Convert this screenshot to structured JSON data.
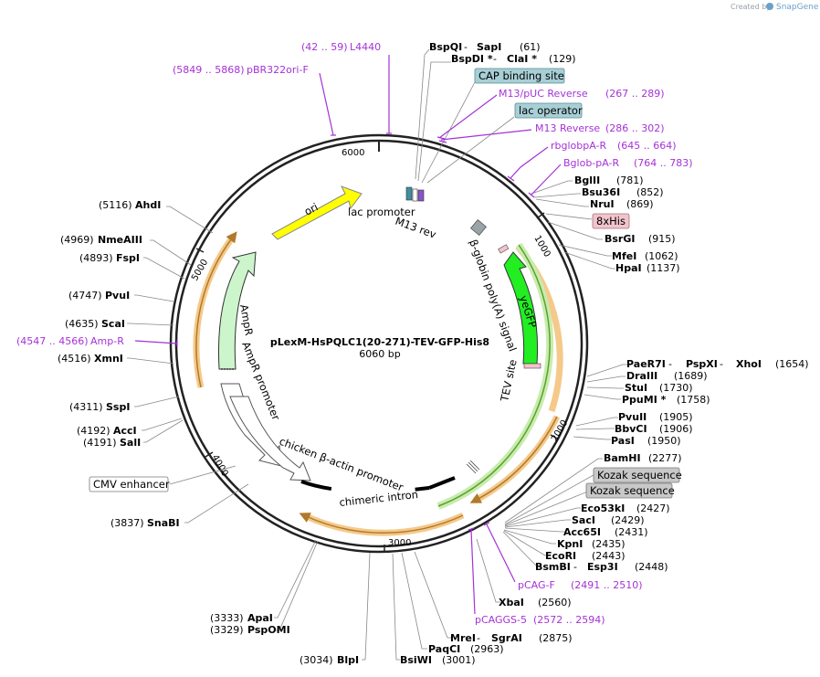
{
  "credit": {
    "created_by": "Created by",
    "brand": "SnapGene"
  },
  "plasmid": {
    "name": "pLexM-HsPQLC1(20-271)-TEV-GFP-His8",
    "size": "6060 bp"
  },
  "ticks": [
    "1000",
    "2000",
    "3000",
    "4000",
    "5000",
    "6000"
  ],
  "primers": [
    {
      "label": "L4440",
      "range": "(42 .. 59)"
    },
    {
      "label": "pBR322ori-F",
      "range": "(5849 .. 5868)"
    },
    {
      "label": "M13/pUC Reverse",
      "range": "(267 .. 289)"
    },
    {
      "label": "M13 Reverse",
      "range": "(286 .. 302)"
    },
    {
      "label": "rbglobpA-R",
      "range": "(645 .. 664)"
    },
    {
      "label": "Bglob-pA-R",
      "range": "(764 .. 783)"
    },
    {
      "label": "Amp-R",
      "range": "(4547 .. 4566)"
    },
    {
      "label": "pCAG-F",
      "range": "(2491 .. 2510)"
    },
    {
      "label": "pCAGGS-5",
      "range": "(2572 .. 2594)"
    }
  ],
  "boxed_features": [
    {
      "label": "CAP binding site",
      "color": "#a8cfd6"
    },
    {
      "label": "lac operator",
      "color": "#a8cfd6"
    },
    {
      "label": "8xHis",
      "color": "#f2c4cc"
    },
    {
      "label": "Kozak sequence",
      "color": "#c8c8c8"
    },
    {
      "label": "Kozak sequence",
      "color": "#c8c8c8"
    },
    {
      "label": "CMV enhancer",
      "color": "#ffffff"
    }
  ],
  "sites_right": [
    {
      "name": "BspQI",
      "sep": " - ",
      "name2": "SapI",
      "pos": "(61)"
    },
    {
      "name": "BspDI *",
      "sep": " - ",
      "name2": "ClaI *",
      "pos": "(129)"
    },
    {
      "name": "BglII",
      "pos": "(781)"
    },
    {
      "name": "Bsu36I",
      "pos": "(852)"
    },
    {
      "name": "NruI",
      "pos": "(869)"
    },
    {
      "name": "BsrGI",
      "pos": "(915)"
    },
    {
      "name": "MfeI",
      "pos": "(1062)"
    },
    {
      "name": "HpaI",
      "pos": "(1137)"
    },
    {
      "name": "PaeR7I",
      "sep": "  - ",
      "name2": "PspXI",
      "sep2": "  - ",
      "name3": "XhoI",
      "pos": "(1654)"
    },
    {
      "name": "DraIII",
      "pos": "(1689)"
    },
    {
      "name": "StuI",
      "pos": "(1730)"
    },
    {
      "name": "PpuMI *",
      "pos": "(1758)"
    },
    {
      "name": "PvuII",
      "pos": "(1905)"
    },
    {
      "name": "BbvCI",
      "pos": "(1906)"
    },
    {
      "name": "PasI",
      "pos": "(1950)"
    },
    {
      "name": "BamHI",
      "pos": "(2277)"
    },
    {
      "name": "Eco53kI",
      "pos": "(2427)"
    },
    {
      "name": "SacI",
      "pos": "(2429)"
    },
    {
      "name": "Acc65I",
      "pos": "(2431)"
    },
    {
      "name": "KpnI",
      "pos": "(2435)"
    },
    {
      "name": "EcoRI",
      "pos": "(2443)"
    },
    {
      "name": "BsmBI",
      "sep": " - ",
      "name2": "Esp3I",
      "pos": "(2448)"
    },
    {
      "name": "XbaI",
      "pos": "(2560)"
    },
    {
      "name": "MreI",
      "sep": " - ",
      "name2": "SgrAI",
      "pos": "(2875)"
    },
    {
      "name": "PaqCI",
      "pos": "(2963)"
    },
    {
      "name": "BsiWI",
      "pos": "(3001)"
    }
  ],
  "sites_left": [
    {
      "name": "AhdI",
      "pos": "(5116)"
    },
    {
      "name": "NmeAIII",
      "pos": "(4969)"
    },
    {
      "name": "FspI",
      "pos": "(4893)"
    },
    {
      "name": "PvuI",
      "pos": "(4747)"
    },
    {
      "name": "ScaI",
      "pos": "(4635)"
    },
    {
      "name": "XmnI",
      "pos": "(4516)"
    },
    {
      "name": "SspI",
      "pos": "(4311)"
    },
    {
      "name": "AccI",
      "pos": "(4192)"
    },
    {
      "name": "SalI",
      "pos": "(4191)"
    },
    {
      "name": "SnaBI",
      "pos": "(3837)"
    },
    {
      "name": "ApaI",
      "pos": "(3333)"
    },
    {
      "name": "PspOMI",
      "pos": "(3329)"
    },
    {
      "name": "BlpI",
      "pos": "(3034)"
    }
  ],
  "inner_features": {
    "ori": "ori",
    "lac_promoter": "lac promoter",
    "m13_rev": "M13 rev",
    "bglobin": "β-globin poly(A) signal",
    "yegfp": "yeGFP",
    "tev": "TEV site",
    "ampr": "AmpR",
    "ampr_promoter": "AmpR promoter",
    "cba_promoter": "chicken β-actin promoter",
    "chimeric_intron": "chimeric intron"
  },
  "colors": {
    "backbone": "#222222",
    "primer": "#a532d6",
    "ori": "#ffff00",
    "yegfp": "#22ee22",
    "ampr": "#ccf5cc",
    "orf_highlight": "#f5c98a",
    "orf_line": "#b07a2a",
    "insert_highlight": "#c8ecae"
  }
}
